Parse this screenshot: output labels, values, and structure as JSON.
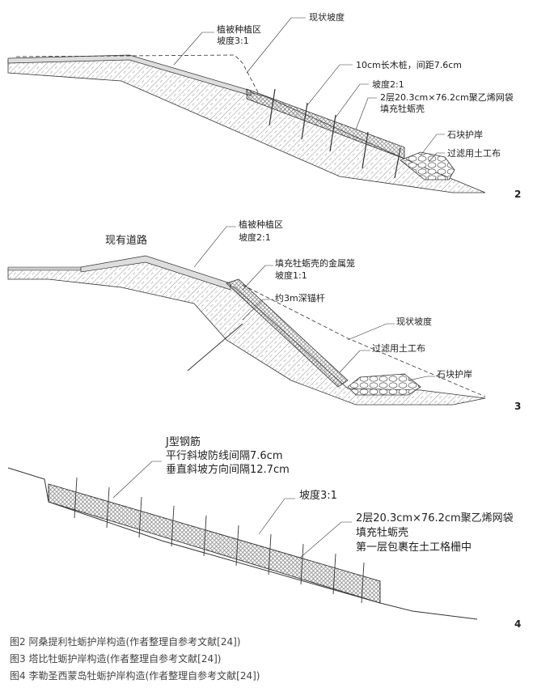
{
  "fig2": {
    "labels": {
      "veg_zone": "植被种植区",
      "slope_31": "坡度3:1",
      "existing_slope": "现状坡度",
      "stakes": "10cm长木桩，间距7.6cm",
      "slope_21": "坡度2:1",
      "bags": "2层20.3cm×76.2cm聚乙烯网袋",
      "fill": "填充牡蛎壳",
      "riprap": "石块护岸",
      "geotextile": "过滤用土工布"
    },
    "number": "2"
  },
  "fig3": {
    "labels": {
      "road": "现有道路",
      "veg_zone": "植被种植区",
      "slope_21": "坡度2:1",
      "cage": "填充牡蛎壳的金属笼",
      "slope_11": "坡度1:1",
      "anchor": "约3m深锚杆",
      "existing_slope": "现状坡度",
      "geotextile": "过滤用土工布",
      "riprap": "石块护岸"
    },
    "number": "3"
  },
  "fig4": {
    "labels": {
      "rebar": "J型钢筋",
      "parallel": "平行斜坡防线间隔7.6cm",
      "perpendicular": "垂直斜坡方向间隔12.7cm",
      "slope_31": "坡度3:1",
      "bags": "2层20.3cm×76.2cm聚乙烯网袋",
      "fill": "填充牡蛎壳",
      "geogrid": "第一层包裹在土工格栅中"
    },
    "number": "4"
  },
  "captions": [
    "图2  阿桑提利牡蛎护岸构造(作者整理自参考文献[24])",
    "图3  塔比牡蛎护岸构造(作者整理自参考文献[24])",
    "图4  李勒圣西蒙岛牡蛎护岸构造(作者整理自参考文献[24])"
  ]
}
